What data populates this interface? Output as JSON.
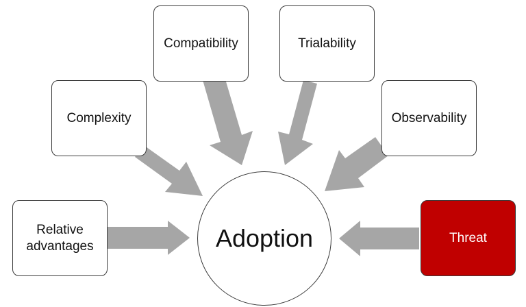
{
  "diagram": {
    "center": {
      "label": "Adoption"
    },
    "factors": [
      {
        "id": "relative-advantages",
        "lines": [
          "Relative",
          "advantages"
        ],
        "highlight": false
      },
      {
        "id": "complexity",
        "lines": [
          "Complexity"
        ],
        "highlight": false
      },
      {
        "id": "compatibility",
        "lines": [
          "Compatibility"
        ],
        "highlight": false
      },
      {
        "id": "trialability",
        "lines": [
          "Trialability"
        ],
        "highlight": false
      },
      {
        "id": "observability",
        "lines": [
          "Observability"
        ],
        "highlight": false
      },
      {
        "id": "threat",
        "lines": [
          "Threat"
        ],
        "highlight": true
      }
    ]
  },
  "colors": {
    "arrow": "#a6a6a6",
    "highlight": "#c00000",
    "box_border": "#3a3a3a"
  }
}
